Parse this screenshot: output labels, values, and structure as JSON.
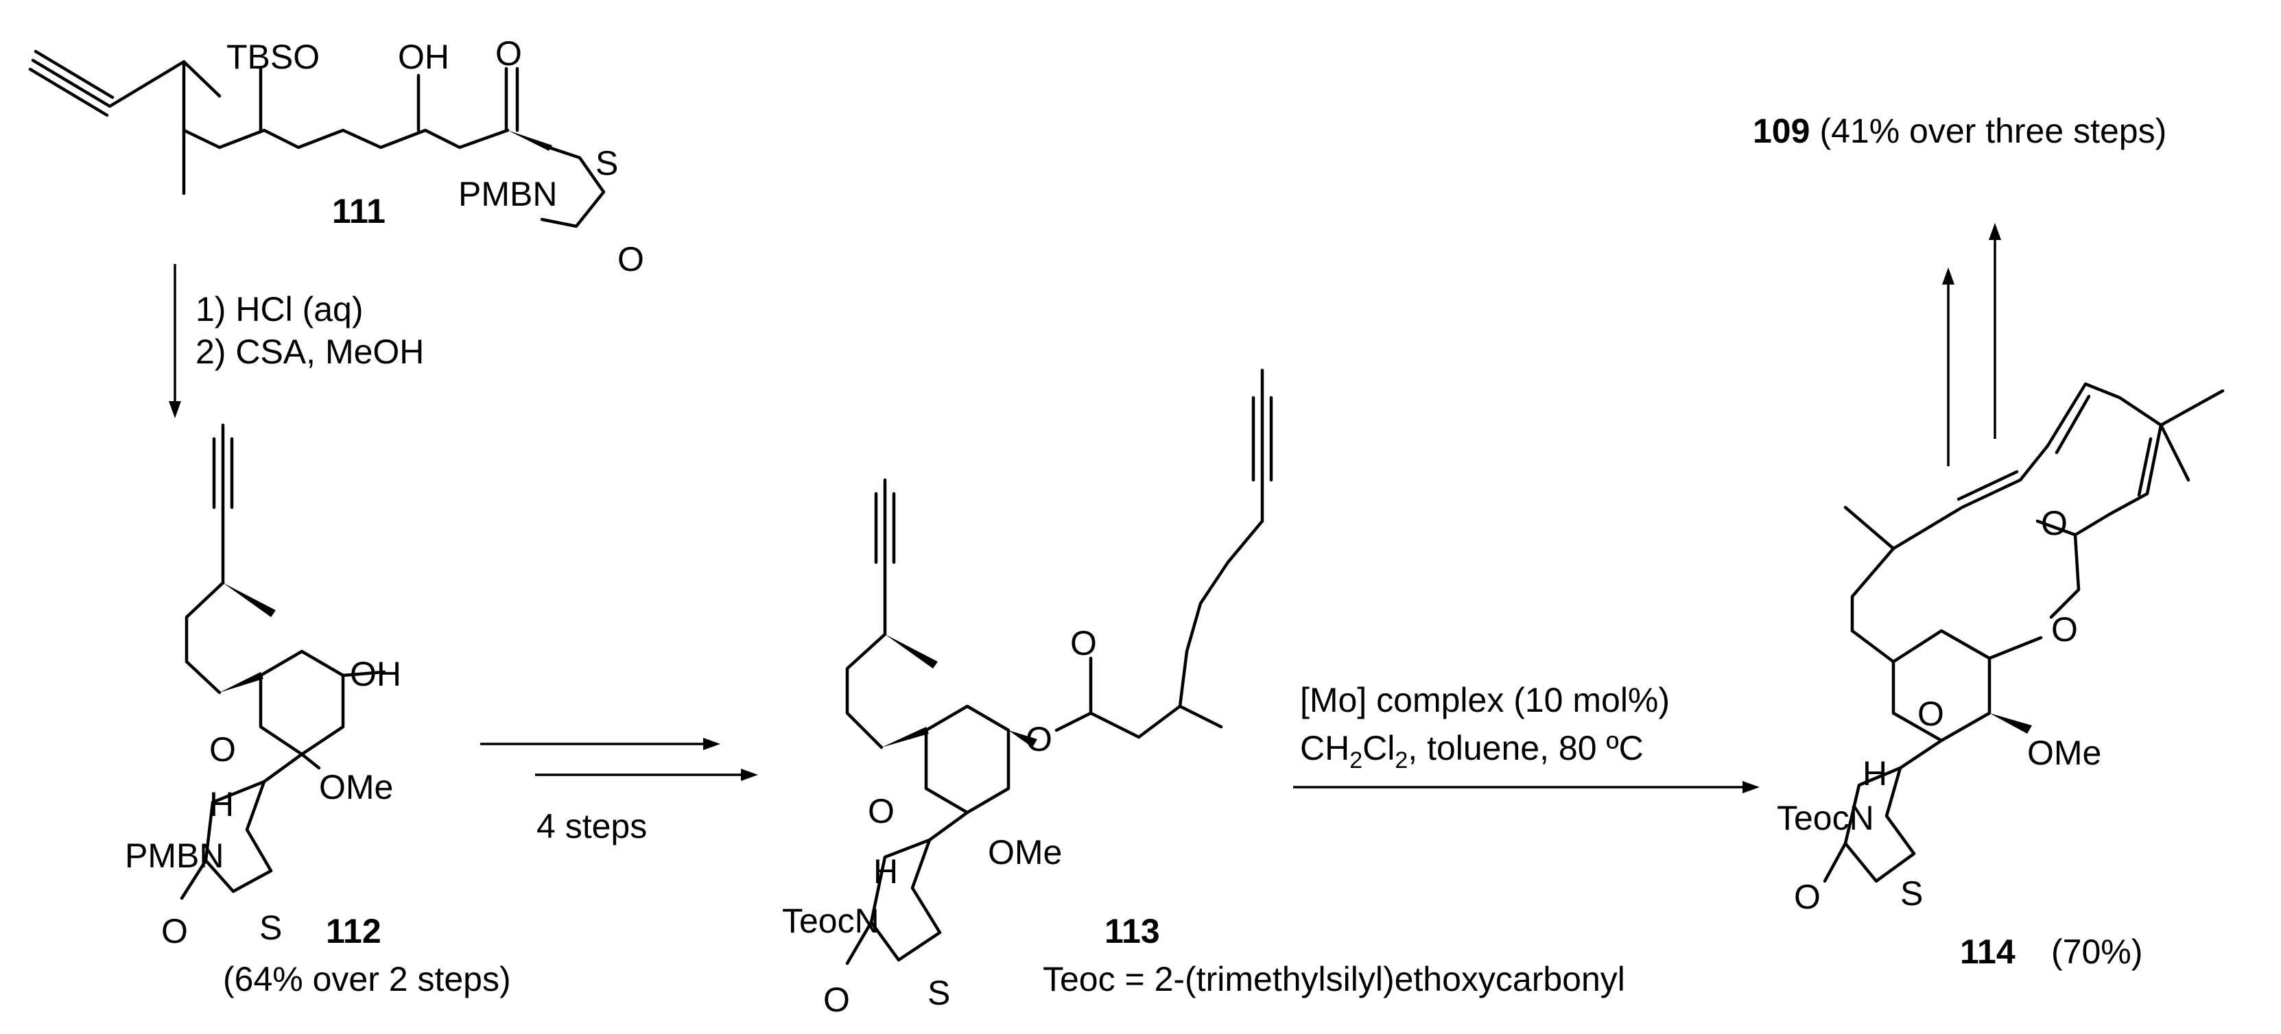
{
  "compounds": {
    "c111": {
      "label": "111",
      "atoms": {
        "tbso": "TBSO",
        "oh": "OH",
        "o_ketone": "O",
        "s": "S",
        "pmbn": "PMBN",
        "o_carbonyl": "O"
      }
    },
    "c112": {
      "label": "112",
      "yield": "(64% over 2 steps)",
      "atoms": {
        "oh": "OH",
        "o_ring": "O",
        "ome": "OMe",
        "h": "H",
        "pmbn": "PMBN",
        "o_carbonyl": "O",
        "s": "S"
      }
    },
    "c113": {
      "label": "113",
      "atoms": {
        "o_ester": "O",
        "o_carbonyl_ester": "O",
        "o_ring": "O",
        "ome": "OMe",
        "h": "H",
        "teocn": "TeocN",
        "o_carbonyl": "O",
        "s": "S"
      }
    },
    "c114": {
      "label": "114",
      "yield": "(70%)",
      "atoms": {
        "o_carbonyl_ester": "O",
        "o_ester": "O",
        "o_ring": "O",
        "ome": "OMe",
        "h": "H",
        "teocn": "TeocN",
        "o_carbonyl": "O",
        "s": "S"
      }
    },
    "c109": {
      "label": "109",
      "yield": "(41% over three steps)"
    }
  },
  "steps": {
    "step1": {
      "line1": "1) HCl (aq)",
      "line2": "2) CSA, MeOH"
    },
    "step2": {
      "note": "4 steps"
    },
    "step3": {
      "line1": "[Mo] complex (10 mol%)",
      "line2_a": "CH",
      "line2_sub1": "2",
      "line2_b": "Cl",
      "line2_sub2": "2",
      "line2_c": ", toluene, 80 ºC"
    }
  },
  "footnote": "Teoc = 2-(trimethylsilyl)ethoxycarbonyl"
}
